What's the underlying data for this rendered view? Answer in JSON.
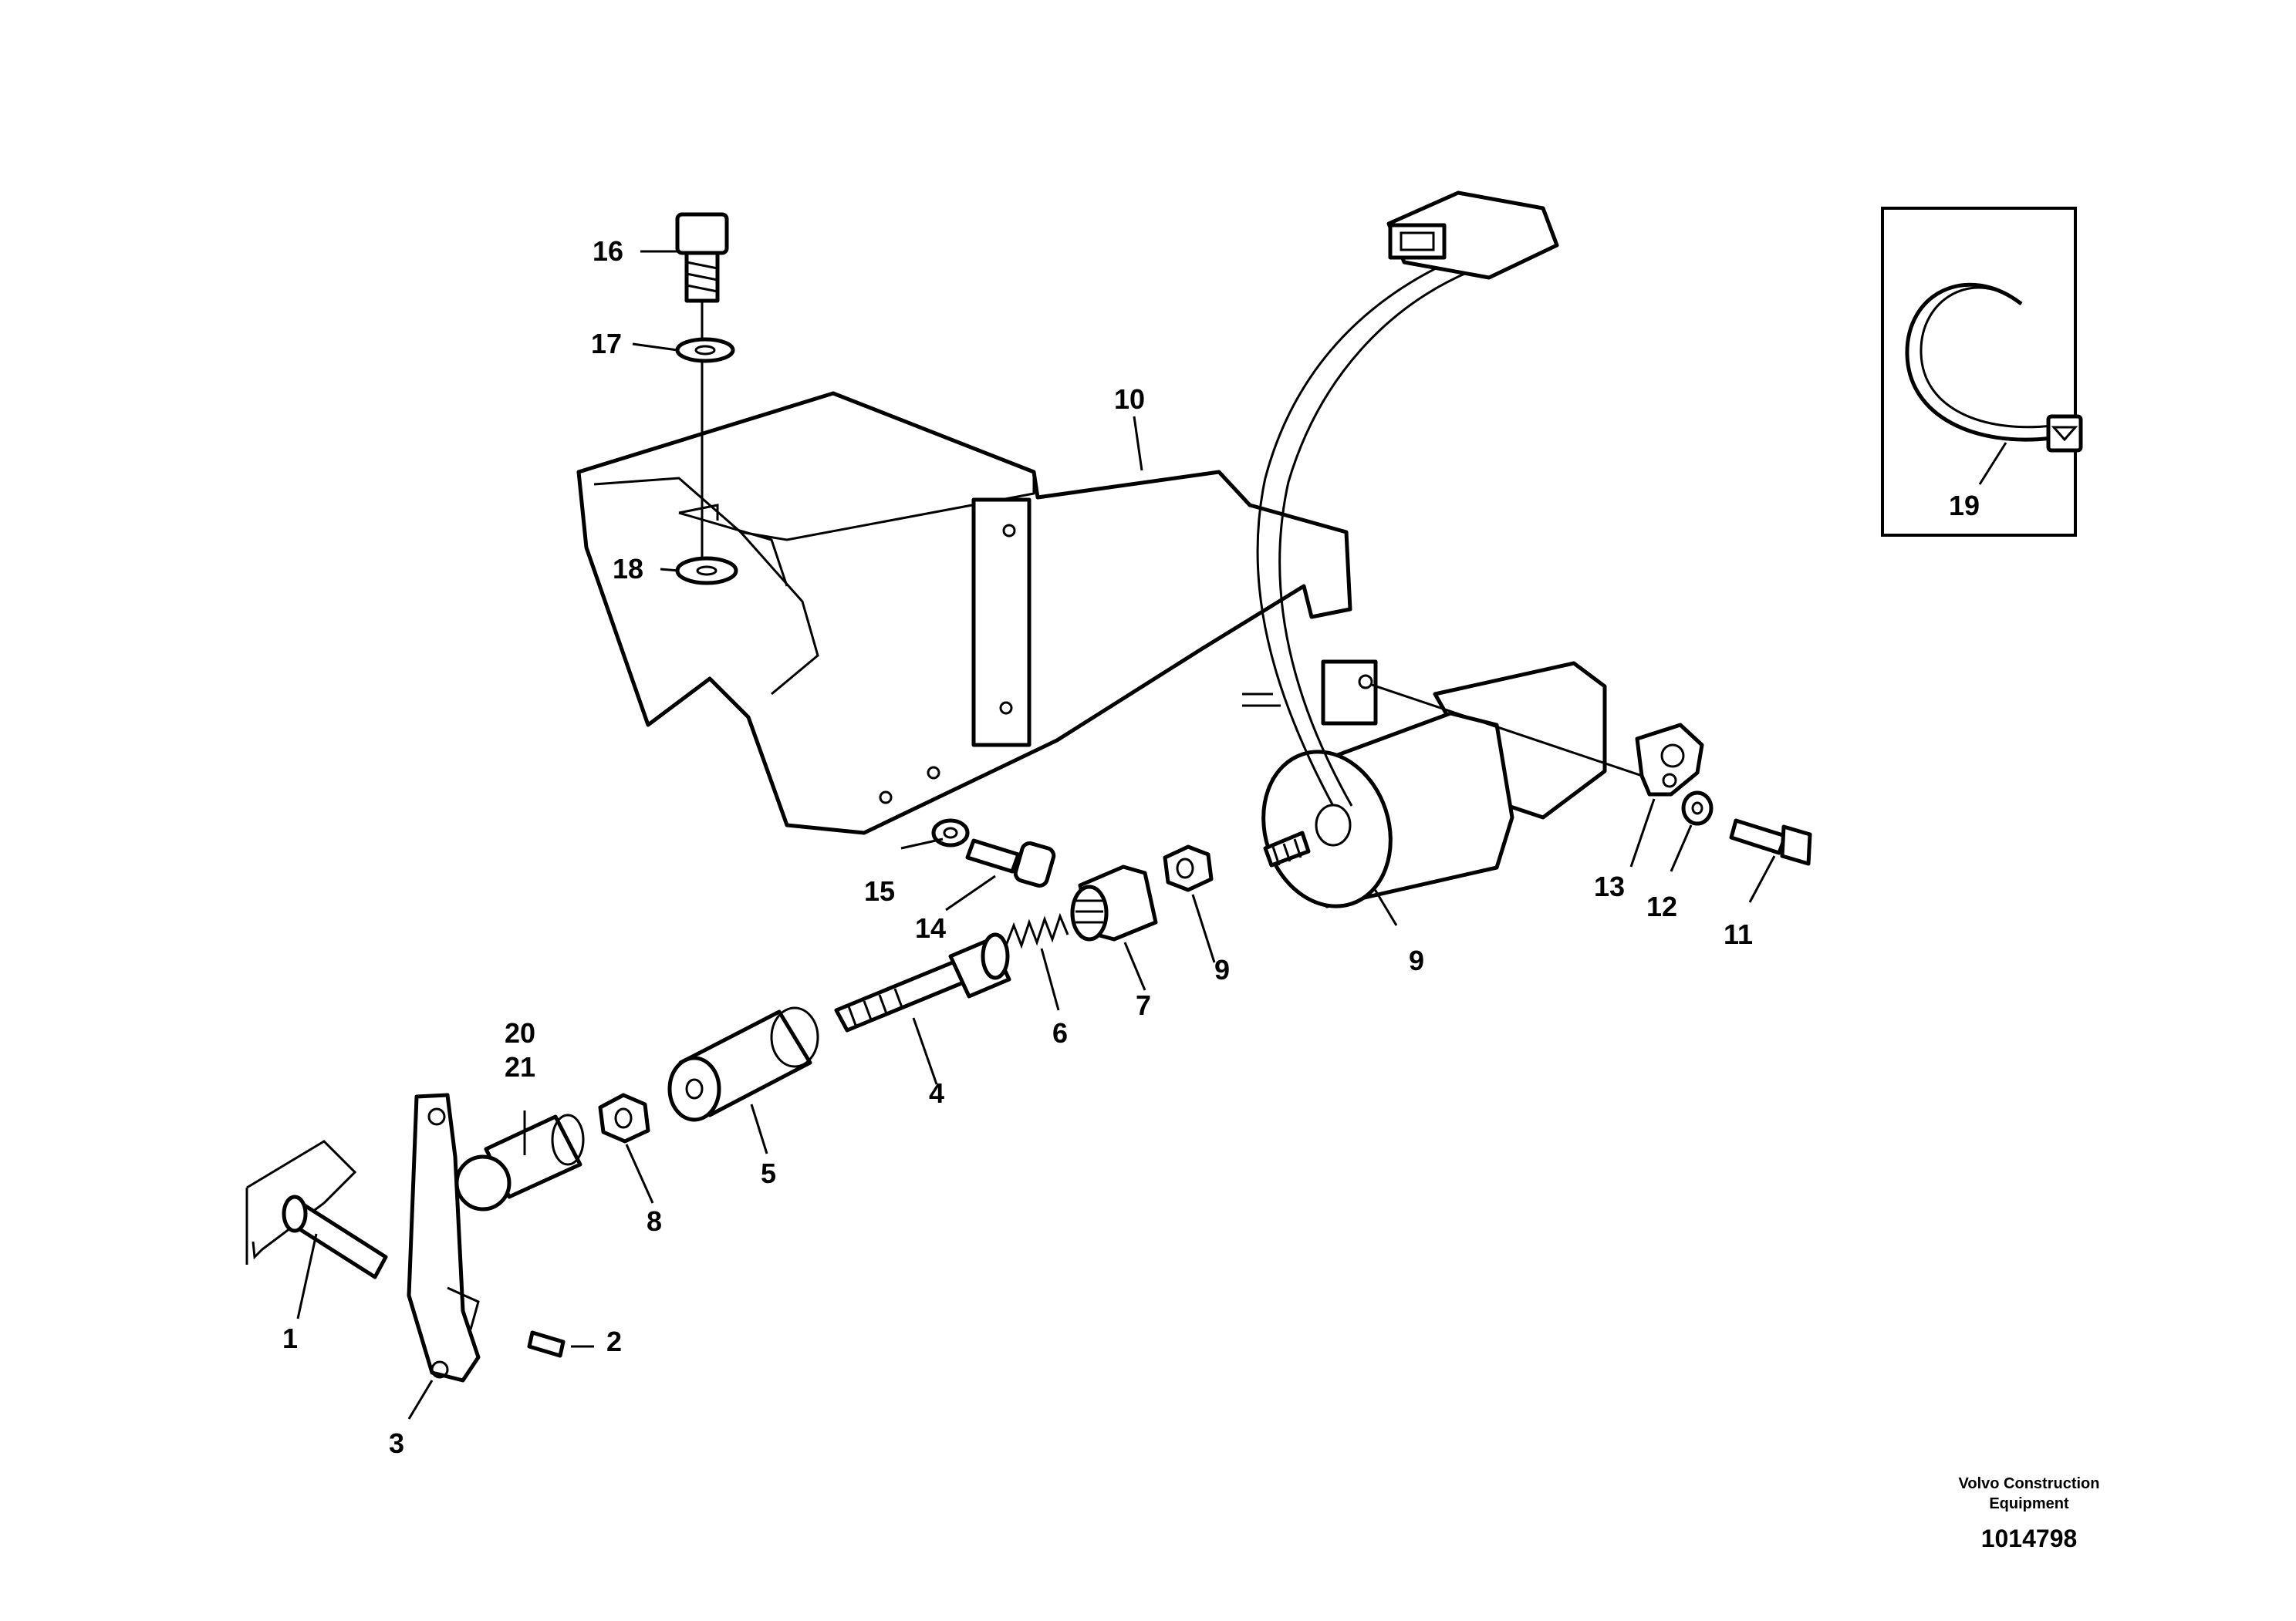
{
  "callouts": {
    "c1": "1",
    "c2": "2",
    "c3": "3",
    "c4": "4",
    "c5": "5",
    "c6": "6",
    "c7": "7",
    "c8": "8",
    "c9a": "9",
    "c9b": "9",
    "c10": "10",
    "c11": "11",
    "c12": "12",
    "c13": "13",
    "c14": "14",
    "c15": "15",
    "c16": "16",
    "c17": "17",
    "c18": "18",
    "c19": "19",
    "c20": "20",
    "c21": "21"
  },
  "footer": {
    "brand_line1": "Volvo Construction",
    "brand_line2": "Equipment",
    "drawing_number": "1014798"
  }
}
